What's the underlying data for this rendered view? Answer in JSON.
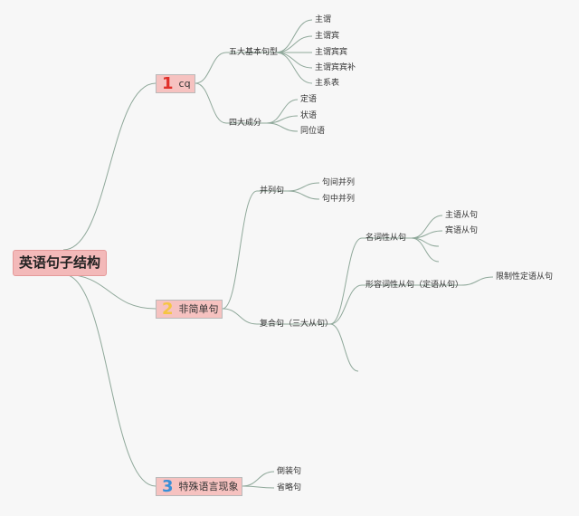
{
  "root": "英语句子结构",
  "branches": [
    {
      "number": "1",
      "number_color": "#e0302a",
      "label": "cq",
      "children": [
        {
          "label": "五大基本句型",
          "children": [
            "主谓",
            "主谓宾",
            "主谓宾宾",
            "主谓宾宾补",
            "主系表"
          ]
        },
        {
          "label": "四大成分",
          "children": [
            "定语",
            "状语",
            "同位语"
          ]
        }
      ]
    },
    {
      "number": "2",
      "number_color": "#f5c542",
      "label": "非简单句",
      "children": [
        {
          "label": "并列句",
          "children": [
            "句间并列",
            "句中并列"
          ]
        },
        {
          "label": "复合句（三大从句）",
          "children": [
            {
              "label": "名词性从句",
              "children": [
                "主语从句",
                "宾语从句"
              ]
            },
            {
              "label": "形容词性从句（定语从句）",
              "children": [
                "限制性定语从句"
              ]
            }
          ]
        }
      ]
    },
    {
      "number": "3",
      "number_color": "#3a8fd6",
      "label": "特殊语言现象",
      "children": [
        {
          "label": "倒装句"
        },
        {
          "label": "省略句"
        }
      ]
    }
  ],
  "line_color": "#8fa89a"
}
